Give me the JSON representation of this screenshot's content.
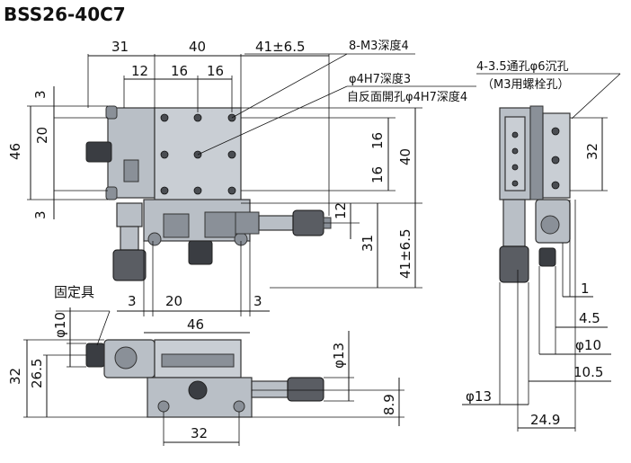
{
  "title": "BSS26-40C7",
  "top_view": {
    "dims": {
      "w31": "31",
      "w40": "40",
      "w41": "41±6.5",
      "w12": "12",
      "w16a": "16",
      "w16b": "16",
      "h3a": "3",
      "h20": "20",
      "h46": "46",
      "h3b": "3",
      "r16a": "16",
      "r16b": "16",
      "r40": "40",
      "r12": "12",
      "r31": "31",
      "r41": "41±6.5",
      "b3a": "3",
      "b20": "20",
      "b3b": "3",
      "b46": "46"
    },
    "notes": {
      "m3": "8-M3深度4",
      "pin": "φ4H7深度3",
      "pin_back": "自反面開孔φ4H7深度4"
    }
  },
  "front_view": {
    "dims": {
      "phi10": "φ10",
      "h32": "32",
      "h26": "26.5",
      "phi13": "φ13",
      "h8_9": "8.9",
      "w32": "32"
    },
    "notes": {
      "fixture": "固定具"
    }
  },
  "side_view": {
    "dims": {
      "h32": "32",
      "d1": "1",
      "d4_5": "4.5",
      "phi10": "φ10",
      "d10_5": "10.5",
      "phi13": "φ13",
      "d24_9": "24.9"
    },
    "notes": {
      "holes": "4-3.5通孔φ6沉孔",
      "holes_m3": "（M3用螺栓孔）"
    }
  }
}
